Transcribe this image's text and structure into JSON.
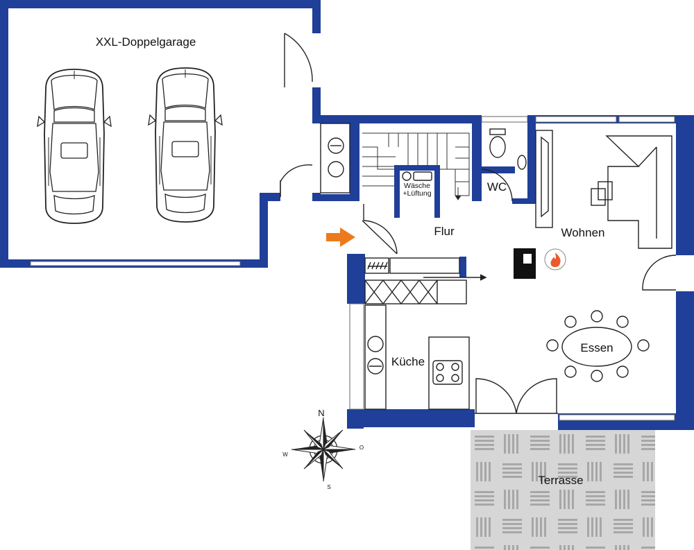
{
  "rooms": {
    "garage": "XXL-Doppelgarage",
    "utility_line1": "Wäsche",
    "utility_line2": "+Lüftung",
    "hallway": "Flur",
    "wc": "WC",
    "living": "Wohnen",
    "dining": "Essen",
    "kitchen": "Küche",
    "terrace": "Terrasse"
  },
  "compass": {
    "north": "N",
    "south": "S",
    "west": "W",
    "east": "O"
  },
  "colors": {
    "wall": "#1f3f98",
    "entrance_arrow": "#ec7a1c",
    "terrace_fill": "#d6d6d6"
  },
  "icons": {
    "entrance": "entrance-arrow-icon",
    "fireplace": "flame-icon",
    "compass": "compass-rose-icon"
  }
}
